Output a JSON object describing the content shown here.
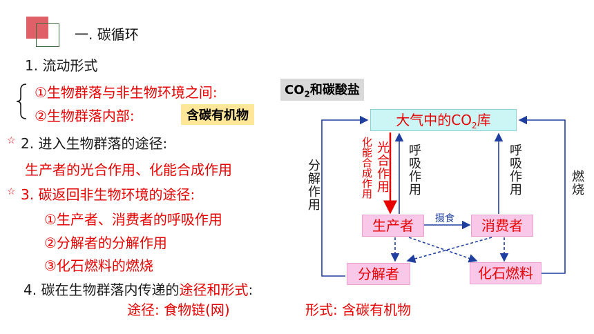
{
  "section_title": "一. 碳循环",
  "item1": {
    "title": "1. 流动形式",
    "line_a_label": "①生物群落与非生物环境之间:",
    "line_a_box_main": "CO",
    "line_a_box_sub": "2",
    "line_a_box_rest": "和碳酸盐",
    "line_b_label": "②生物群落内部:",
    "line_b_box": "含碳有机物"
  },
  "item2": {
    "star": "☆",
    "title": "2. 进入生物群落的途径:",
    "content": "生产者的光合作用、化能合成作用"
  },
  "item3": {
    "star": "☆",
    "title": "3. 碳返回非生物环境的途径:",
    "c1": "①生产者、消费者的呼吸作用",
    "c2": "②分解者的分解作用",
    "c3": "③化石燃料的燃烧"
  },
  "item4": {
    "title_prefix": "4. 碳在生物群落内传递的",
    "title_highlight": "途径和形式",
    "title_suffix": ":",
    "path_label": "途径: 食物链(网)",
    "form_label": "形式: 含碳有机物"
  },
  "diagram": {
    "atmosphere_pre": "大气中的CO",
    "atmosphere_sub": "2",
    "atmosphere_post": "库",
    "producer": "生产者",
    "consumer": "消费者",
    "decomposer": "分解者",
    "fossil_fuel": "化石燃料",
    "eating": "摄食",
    "decomposition": "分解作用",
    "photosynthesis": "光合作用",
    "chemosynthesis": "化能合成作用",
    "respiration_left": "呼吸作用",
    "respiration_right": "呼吸作用",
    "combustion": "燃烧"
  },
  "colors": {
    "text": "#1a1a1a",
    "red": "#e60000",
    "arrow_blue": "#1f3fa0",
    "atmosphere_fill": "#ccf5f5",
    "node_fill": "#f9c8e8"
  }
}
